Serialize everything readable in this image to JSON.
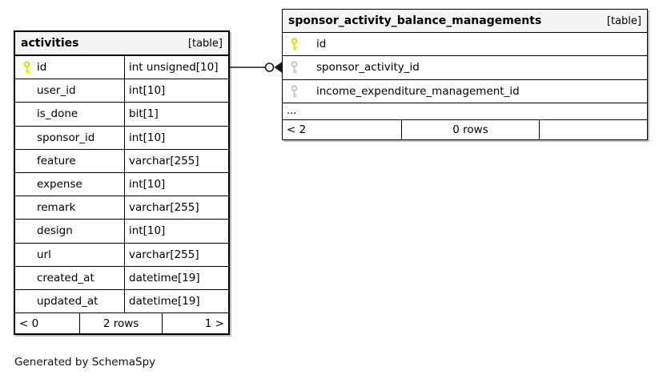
{
  "diagram": {
    "caption": "Generated by SchemaSpy"
  },
  "colors": {
    "primary_key": "#e3e300",
    "foreign_key": "#c9c9c9",
    "header_bg": "#f5f5f5",
    "border": "#000000",
    "shadow": "#bdbdbd"
  },
  "relationship": {
    "from": "activities.id",
    "to": "sponsor_activity_balance_managements.sponsor_activity_id",
    "end_style": "zero-or-many (open dot + crow's foot)"
  },
  "tables": [
    {
      "name": "activities",
      "tag": "[table]",
      "columns": [
        {
          "name": "id",
          "type": "int unsigned[10]",
          "key": "primary"
        },
        {
          "name": "user_id",
          "type": "int[10]",
          "key": "none"
        },
        {
          "name": "is_done",
          "type": "bit[1]",
          "key": "none"
        },
        {
          "name": "sponsor_id",
          "type": "int[10]",
          "key": "none"
        },
        {
          "name": "feature",
          "type": "varchar[255]",
          "key": "none"
        },
        {
          "name": "expense",
          "type": "int[10]",
          "key": "none"
        },
        {
          "name": "remark",
          "type": "varchar[255]",
          "key": "none"
        },
        {
          "name": "design",
          "type": "int[10]",
          "key": "none"
        },
        {
          "name": "url",
          "type": "varchar[255]",
          "key": "none"
        },
        {
          "name": "created_at",
          "type": "datetime[19]",
          "key": "none"
        },
        {
          "name": "updated_at",
          "type": "datetime[19]",
          "key": "none"
        }
      ],
      "footer": {
        "left": "< 0",
        "center": "2 rows",
        "right": "1 >"
      }
    },
    {
      "name": "sponsor_activity_balance_managements",
      "tag": "[table]",
      "columns": [
        {
          "name": "id",
          "key": "primary"
        },
        {
          "name": "sponsor_activity_id",
          "key": "foreign"
        },
        {
          "name": "income_expenditure_management_id",
          "key": "foreign"
        }
      ],
      "ellipsis": "...",
      "footer": {
        "left": "< 2",
        "center": "0 rows",
        "right": ""
      }
    }
  ]
}
